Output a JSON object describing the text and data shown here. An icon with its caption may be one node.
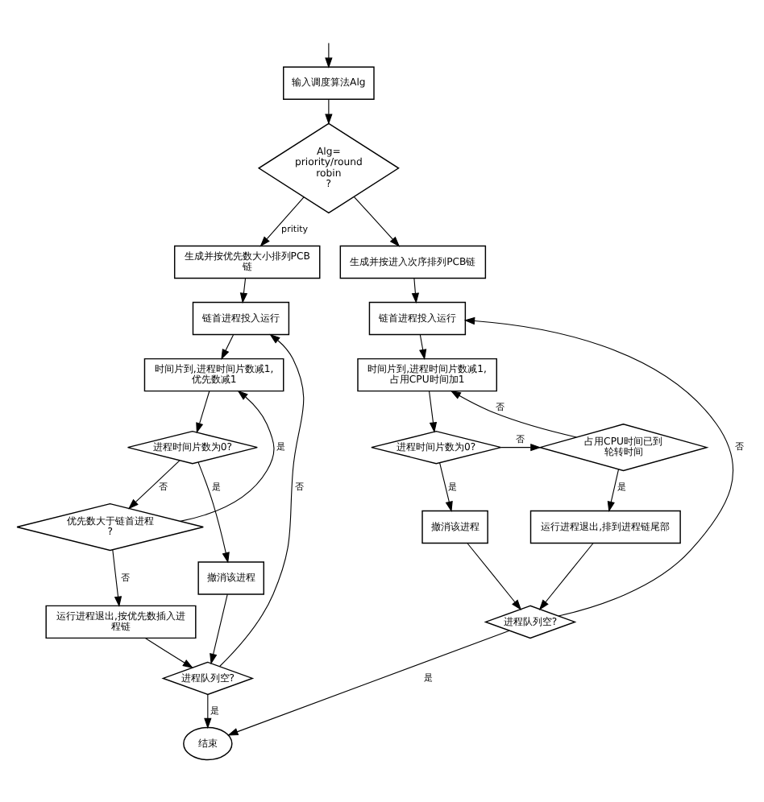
{
  "diagram": {
    "nodes": [
      {
        "text": [
          "输入调度算法Alg"
        ]
      },
      {
        "text": [
          "Alg= priority/round robin ?"
        ]
      },
      {
        "text": [
          "生成并按优先数大小排列PCB链"
        ]
      },
      {
        "text": [
          "生成并按进入次序排列PCB链"
        ]
      },
      {
        "text": [
          "链首进程投入运行"
        ]
      },
      {
        "text": [
          "时间片到,进程时间片数减1,优先数减1"
        ]
      },
      {
        "text": [
          "进程时间片数为0?"
        ]
      },
      {
        "text": [
          "优先数大于链首进程?"
        ]
      },
      {
        "text": [
          "撤消该进程"
        ]
      },
      {
        "text": [
          "运行进程退出,按优先数插入进程链"
        ]
      },
      {
        "text": [
          "进程队列空?"
        ]
      },
      {
        "text": [
          "结束"
        ]
      },
      {
        "text": [
          "链首进程投入运行"
        ]
      },
      {
        "text": [
          "时间片到,进程时间片数减1,占用CPU时间加1"
        ]
      },
      {
        "text": [
          "占用CPU时间已到轮转时间"
        ]
      },
      {
        "text": [
          "进程时间片数为0?"
        ]
      },
      {
        "text": [
          "运行进程退出,排到进程链尾部"
        ]
      },
      {
        "text": [
          "撤消该进程"
        ]
      },
      {
        "text": [
          "进程队列空?"
        ]
      }
    ],
    "edges": [
      {
        "from": null,
        "to": 0,
        "arrow": "to"
      },
      {
        "from": 0,
        "to": 1,
        "arrow": "to"
      },
      {
        "from": 1,
        "to": 2,
        "arrow": "to",
        "label": "pritity"
      },
      {
        "from": 1,
        "to": 3,
        "arrow": "to"
      },
      {
        "from": 2,
        "to": 4,
        "arrow": "to"
      },
      {
        "from": 3,
        "to": 12,
        "arrow": "to"
      },
      {
        "from": 4,
        "to": 5,
        "arrow": "to"
      },
      {
        "from": 5,
        "to": 6,
        "arrow": "to"
      },
      {
        "from": 6,
        "to": 7,
        "arrow": "to",
        "label": "否"
      },
      {
        "from": 6,
        "to": 8,
        "arrow": "to",
        "label": "是"
      },
      {
        "from": 7,
        "to": 5,
        "arrow": "to",
        "label": "是"
      },
      {
        "from": 7,
        "to": 9,
        "arrow": "to",
        "label": "否"
      },
      {
        "from": 8,
        "to": 10,
        "arrow": "to"
      },
      {
        "from": 9,
        "to": 10,
        "arrow": "to"
      },
      {
        "from": 10,
        "to": 11,
        "arrow": "to",
        "label": "是"
      },
      {
        "from": 10,
        "to": 4,
        "arrow": "to",
        "label": "否"
      },
      {
        "from": 12,
        "to": 13,
        "arrow": "to"
      },
      {
        "from": 13,
        "to": 15,
        "arrow": "to"
      },
      {
        "from": 14,
        "to": 13,
        "arrow": "to",
        "label": "否"
      },
      {
        "from": 14,
        "to": 16,
        "arrow": "to",
        "label": "是"
      },
      {
        "from": 15,
        "to": 14,
        "arrow": "to",
        "label": "否"
      },
      {
        "from": 15,
        "to": 17,
        "arrow": "to",
        "label": "是"
      },
      {
        "from": 16,
        "to": 18,
        "arrow": "to"
      },
      {
        "from": 17,
        "to": 18,
        "arrow": "to"
      },
      {
        "from": 18,
        "to": 11,
        "arrow": "to",
        "label": "是"
      },
      {
        "from": 18,
        "to": 12,
        "arrow": "to",
        "label": "否"
      }
    ]
  }
}
